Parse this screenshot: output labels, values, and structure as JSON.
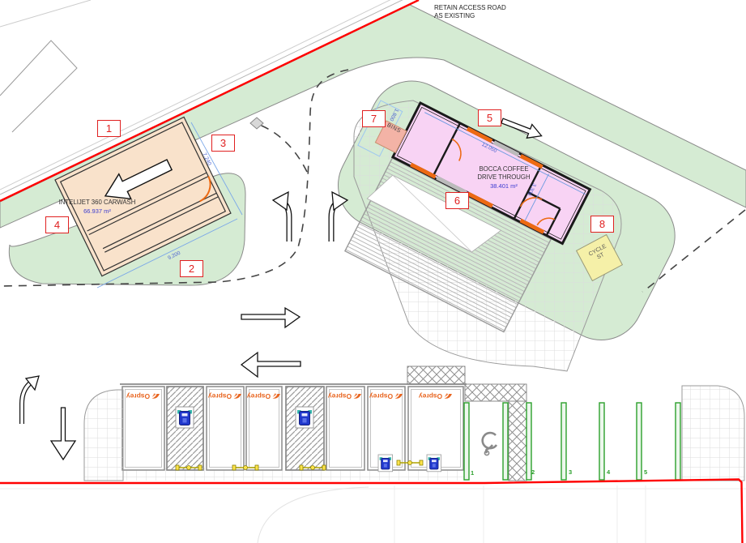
{
  "plan": {
    "road_note_line1": "RETAIN ACCESS ROAD",
    "road_note_line2": "AS EXISTING",
    "markers": [
      "1",
      "2",
      "3",
      "4",
      "5",
      "6",
      "7",
      "8"
    ],
    "carwash": {
      "name": "INTELIJET 360 CARWASH",
      "area": "66.937 m²",
      "dim_width": "9.200",
      "dim_depth": "7.240"
    },
    "coffee": {
      "name_line1": "BOCCA COFFEE",
      "name_line2": "DRIVE THROUGH",
      "area": "38.401 m²",
      "dim_length": "12.050",
      "dim_width": "3.300",
      "bins_label": "BINS",
      "bins_dim": "1.800"
    },
    "cycle_store": {
      "line1": "CYCLE",
      "line2": "ST"
    },
    "parking": {
      "brand": "Osprey",
      "bay_numbers": [
        "1",
        "2",
        "3",
        "4",
        "5"
      ]
    },
    "colors": {
      "boundary_red": "#ff0000",
      "landscape_green": "#d5ebd3",
      "carwash_fill": "#f9e2cb",
      "coffee_fill": "#f8d3f4",
      "opening_orange": "#ed6a13",
      "dimension_blue": "#5b8dd8",
      "osprey_orange": "#e8641e",
      "bay_number_green": "#2ca02c",
      "marker_red": "#e02020",
      "cycle_yellow": "#f5f0a8",
      "bins_salmon": "#f3b3a6",
      "ev_charger_blue": "#2038cc"
    }
  }
}
